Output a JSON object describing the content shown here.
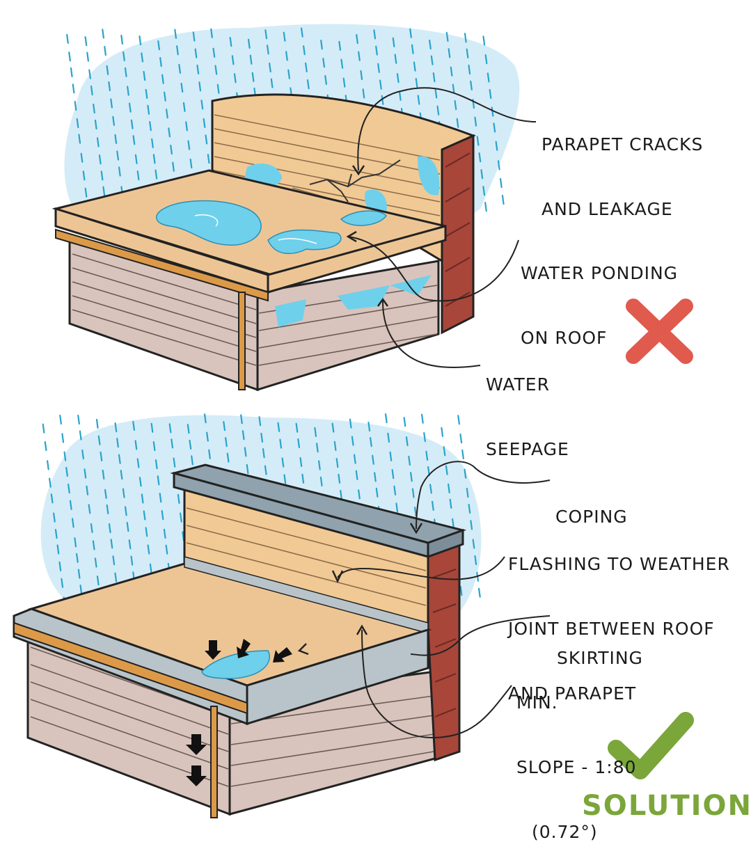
{
  "problem": {
    "labels": {
      "parapet_cracks": [
        "PARAPET CRACKS",
        "AND LEAKAGE"
      ],
      "water_ponding": [
        "WATER PONDING",
        "ON ROOF"
      ],
      "water_seepage": [
        "WATER",
        "SEEPAGE"
      ]
    },
    "verdict_icon": "cross-icon"
  },
  "solution": {
    "labels": {
      "coping": "COPING",
      "flashing": [
        "FLASHING TO WEATHER",
        "JOINT BETWEEN ROOF",
        "AND PARAPET"
      ],
      "skirting": "SKIRTING",
      "slope": [
        "MIN.",
        "SLOPE - 1:80",
        "(0.72°)"
      ]
    },
    "verdict_icon": "check-icon",
    "caption": "SOLUTION"
  },
  "colors": {
    "sky": "#d4ecf7",
    "rain": "#2aa3cc",
    "roof": "#edc595",
    "parapet": "#f1c994",
    "brick": "#a8463a",
    "wall": "#d8c4bc",
    "coping": "#8fa2ad",
    "water": "#6fd0ec",
    "gutter": "#dc9a49",
    "cross": "#e05a4e",
    "check": "#7aa63a"
  }
}
